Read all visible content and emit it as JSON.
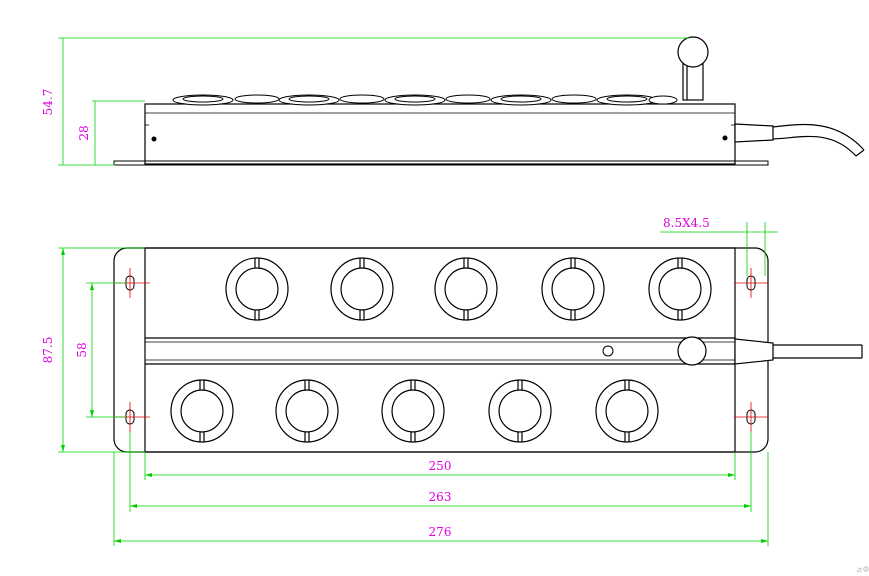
{
  "drawing": {
    "colors": {
      "outline": "#000000",
      "dimension_line": "#00d000",
      "dimension_text": "#e000e0",
      "centerline": "#e00000"
    },
    "side_view": {
      "total_height": "54.7",
      "body_height": "28"
    },
    "top_view": {
      "slot_size": "8.5X4.5",
      "total_depth": "87.5",
      "hole_spacing_depth": "58",
      "body_length": "250",
      "hole_spacing_length": "263",
      "total_length": "276"
    },
    "corner_mark": "≥Φ"
  }
}
